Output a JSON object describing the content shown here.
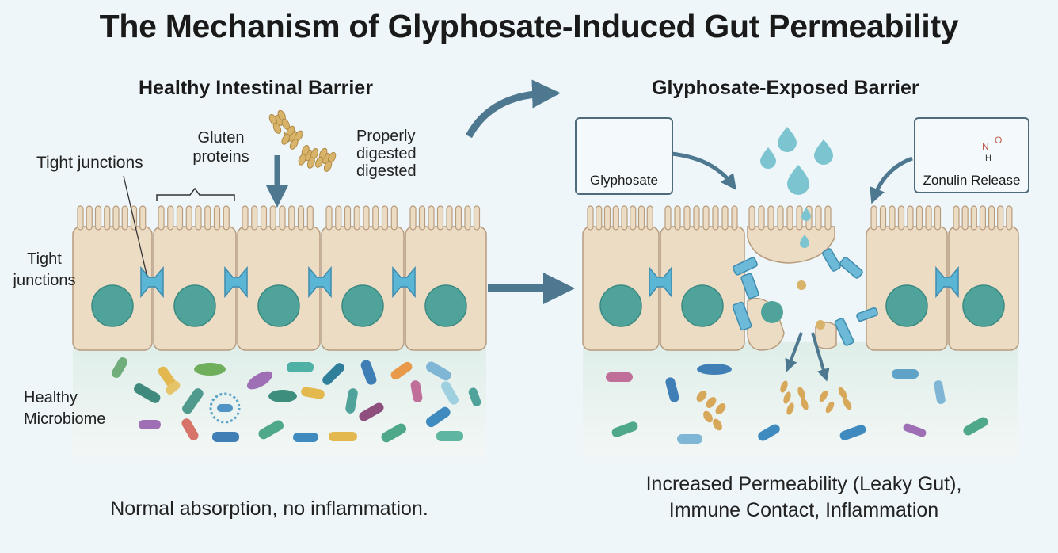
{
  "title": "The Mechanism of Glyphosate-Induced Gut Permeability",
  "left_panel": {
    "title": "Healthy Intestinal Barrier",
    "label_tight_junctions_top": "Tight junctions",
    "label_gluten_line1": "Gluten",
    "label_gluten_line2": "proteins",
    "label_properly_line1": "Properly",
    "label_properly_line2": "digested",
    "label_properly_line3": "digested",
    "label_tight_side_line1": "Tight",
    "label_tight_side_line2": "junctions",
    "label_microbiome_line1": "Healthy",
    "label_microbiome_line2": "Microbiome",
    "caption": "Normal absorption, no inflammation."
  },
  "right_panel": {
    "title": "Glyphosate-Exposed Barrier",
    "glyphosate_label": "Glyphosate",
    "zonulin_label": "Zonulin Release",
    "zonulin_atom_n": "N",
    "zonulin_atom_o": "O",
    "zonulin_atom_h": "H",
    "caption_line1": "Increased Permeability (Leaky Gut),",
    "caption_line2": "Immune Contact, Inflammation"
  },
  "colors": {
    "cell_fill": "#ecdcc4",
    "cell_stroke": "#b89c7e",
    "nucleus": "#4fa39a",
    "junction": "#5bb6d6",
    "arrow": "#4d7890",
    "water": "#7cc4cf"
  }
}
